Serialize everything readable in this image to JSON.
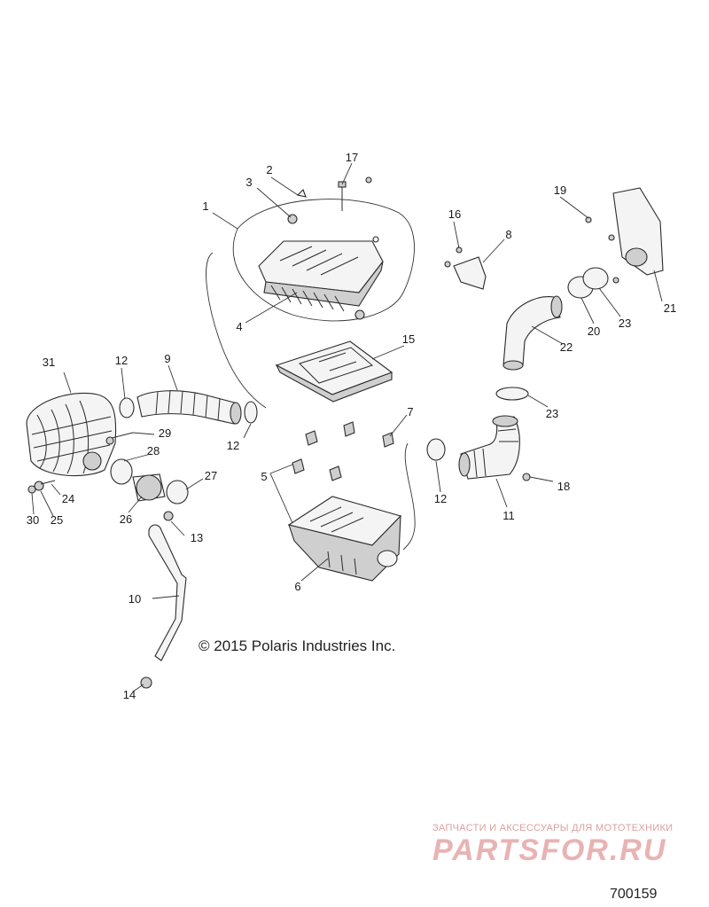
{
  "callouts": [
    "1",
    "2",
    "3",
    "4",
    "5",
    "6",
    "7",
    "8",
    "9",
    "10",
    "11",
    "12",
    "12",
    "12",
    "13",
    "14",
    "15",
    "16",
    "17",
    "18",
    "19",
    "20",
    "21",
    "22",
    "23",
    "23",
    "24",
    "25",
    "26",
    "27",
    "28",
    "29",
    "30",
    "31"
  ],
  "copyright": "© 2015 Polaris Industries Inc.",
  "watermark": {
    "tagline": "ЗАПЧАСТИ И АКСЕССУАРЫ ДЛЯ МОТОТЕХНИКИ",
    "logo": "PARTSFOR.RU"
  },
  "diagram_ref": "700159"
}
